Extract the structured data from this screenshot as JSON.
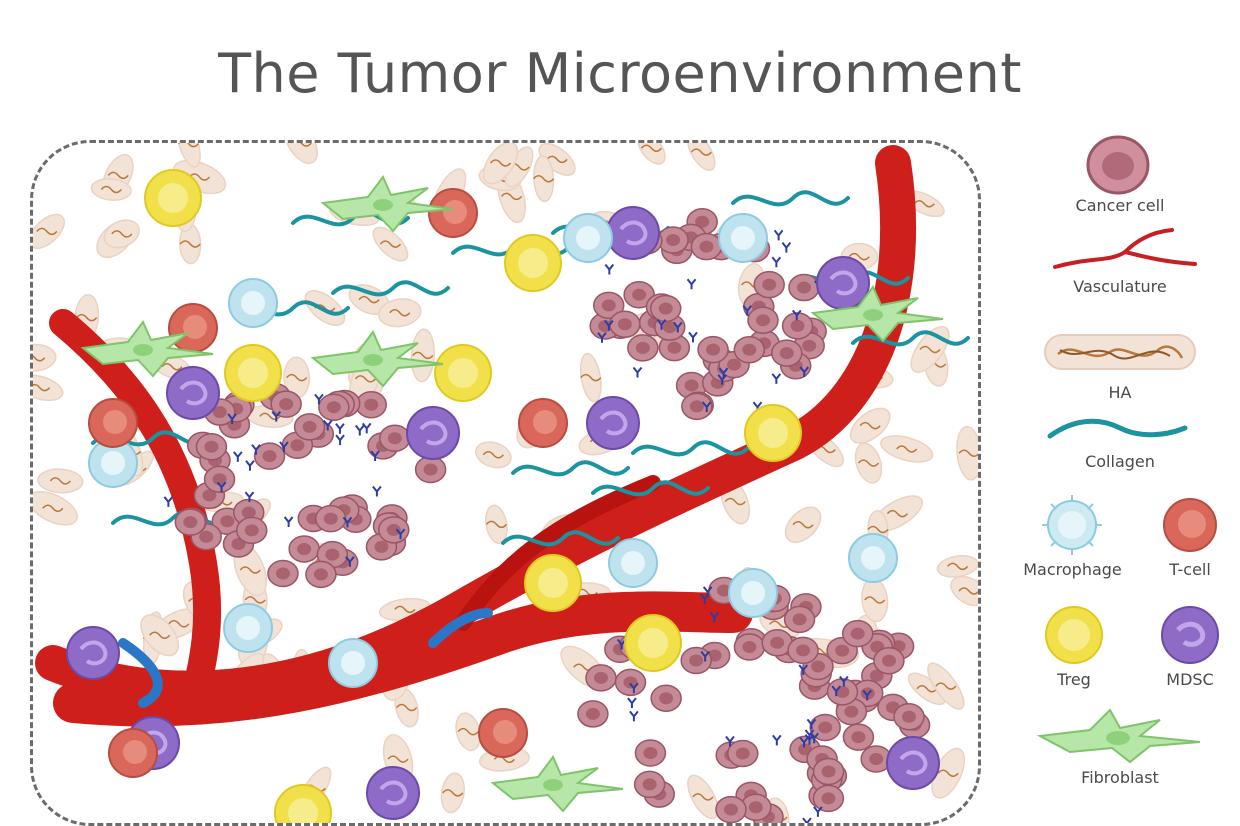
{
  "title": "The Tumor Microenvironment",
  "legend": {
    "cancer_cell": "Cancer cell",
    "vasculature": "Vasculature",
    "ha": "HA",
    "collagen": "Collagen",
    "macrophage": "Macrophage",
    "t_cell": "T-cell",
    "treg": "Treg",
    "mdsc": "MDSC",
    "fibroblast": "Fibroblast"
  },
  "colors": {
    "cancer": "#b97a86",
    "vessel": "#cf1f1a",
    "ha": "#f3e2d6",
    "collagen": "#1c93a0",
    "macrophage": "#bfe3ee",
    "tcell": "#d9685a",
    "treg": "#f2e04a",
    "mdsc": "#8e6bc6",
    "fibroblast": "#b6e6a8"
  }
}
